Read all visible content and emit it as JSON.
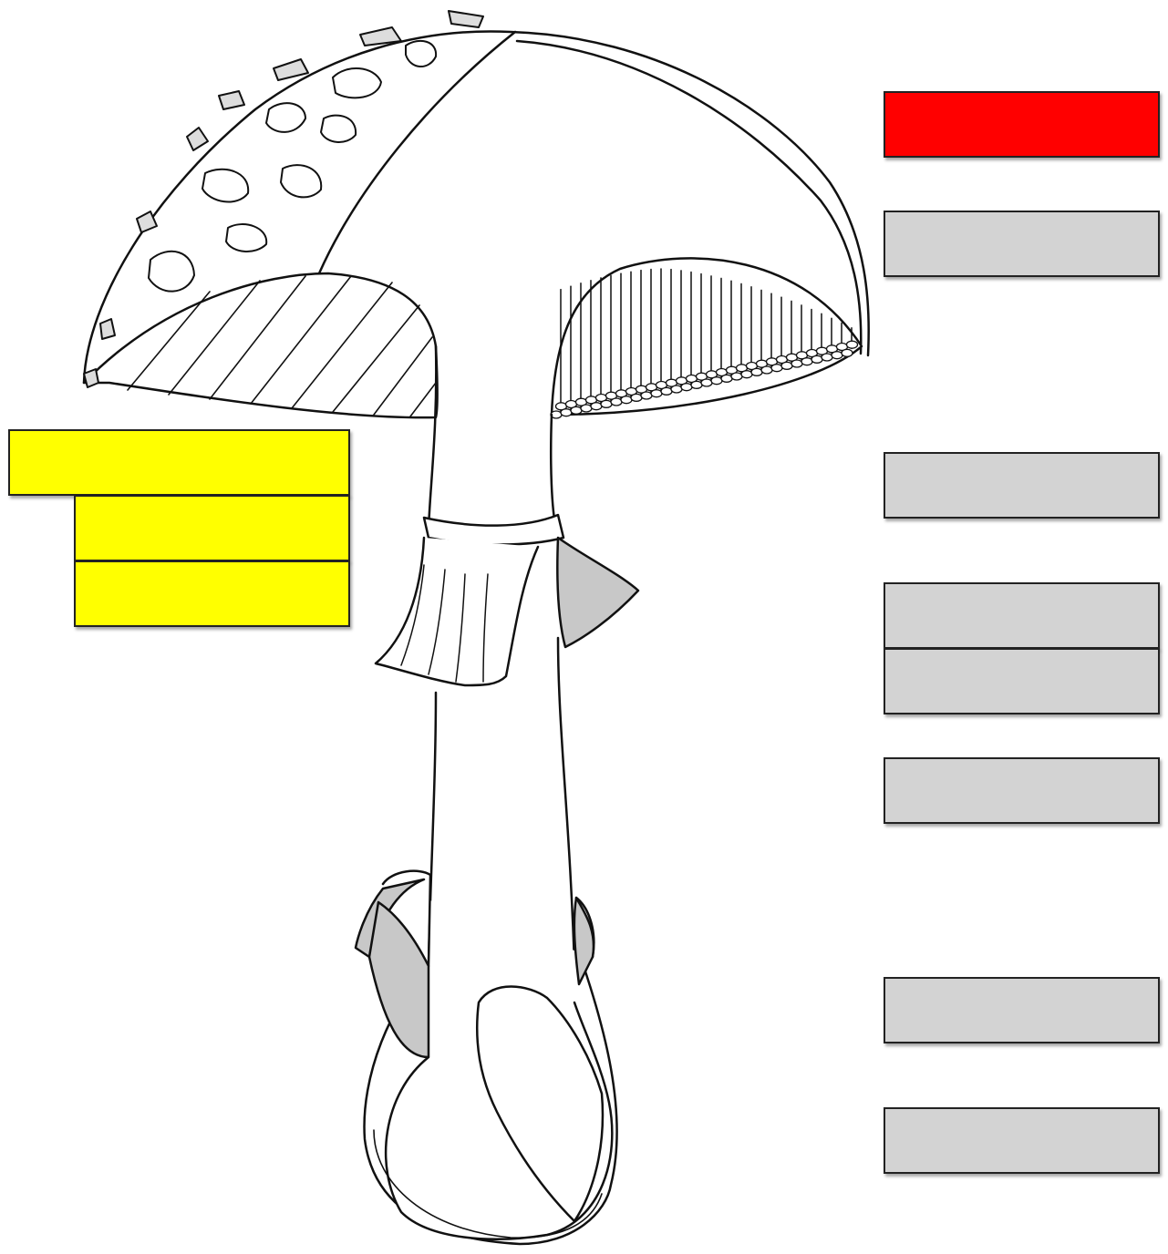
{
  "diagram": {
    "subject": "mushroom-anatomy-worksheet"
  },
  "colors": {
    "label_red": "#ff0000",
    "label_yellow": "#ffff00",
    "label_gray": "#d3d3d3",
    "line": "#111111",
    "shade": "#c8c8c8"
  },
  "labels": [
    {
      "id": "label-1",
      "color": "red",
      "text": ""
    },
    {
      "id": "label-2",
      "color": "gray",
      "text": ""
    },
    {
      "id": "label-3",
      "color": "gray",
      "text": ""
    },
    {
      "id": "label-4",
      "color": "gray",
      "text": ""
    },
    {
      "id": "label-5",
      "color": "gray",
      "text": ""
    },
    {
      "id": "label-6",
      "color": "gray",
      "text": ""
    },
    {
      "id": "label-7",
      "color": "gray",
      "text": ""
    },
    {
      "id": "label-8",
      "color": "gray",
      "text": ""
    },
    {
      "id": "label-9",
      "color": "yellow",
      "text": ""
    },
    {
      "id": "label-10",
      "color": "yellow",
      "text": ""
    },
    {
      "id": "label-11",
      "color": "yellow",
      "text": ""
    }
  ]
}
